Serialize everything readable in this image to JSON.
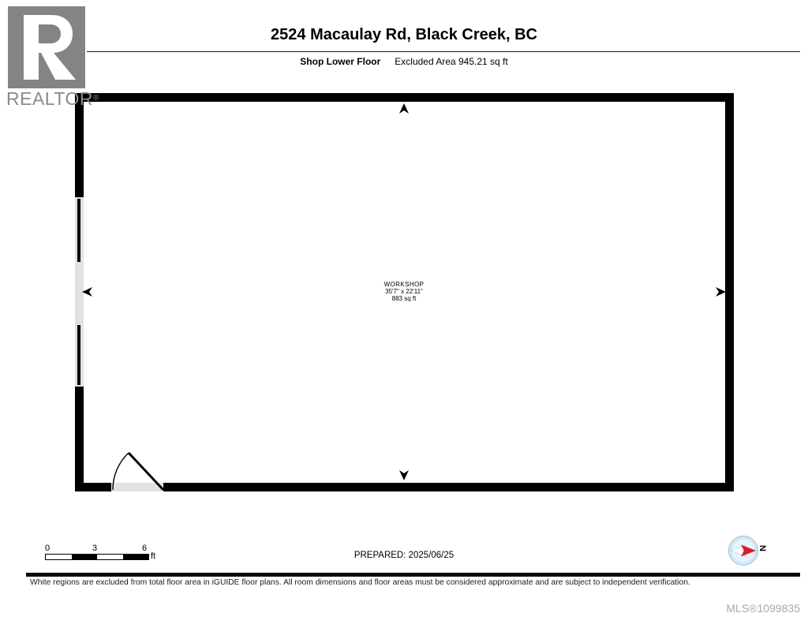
{
  "branding": {
    "logo_text": "REALTOR",
    "registered_mark": "®"
  },
  "header": {
    "title": "2524 Macaulay Rd, Black Creek, BC",
    "floor_label": "Shop Lower Floor",
    "excluded_area_label": "Excluded Area 945.21 sq ft"
  },
  "plan": {
    "room_name": "WORKSHOP",
    "room_dimensions": "35'7\" x 22'11\"",
    "room_area": "883 sq ft"
  },
  "scale_bar": {
    "ticks": [
      "0",
      "3",
      "6"
    ],
    "unit": "ft"
  },
  "footer": {
    "prepared_label": "PREPARED: 2025/06/25",
    "compass_north_label": "N",
    "disclaimer": "White regions are excluded from total floor area in iGUIDE floor plans. All room dimensions and floor areas must be considered approximate and are subject to independent verification.",
    "mls_number": "MLS®1099835"
  },
  "colors": {
    "wall": "#000000",
    "opening_gray": "#e2e2e2",
    "logo_gray": "#8a8a8a",
    "compass_blue": "#d2e7f6",
    "compass_red": "#d22027"
  }
}
